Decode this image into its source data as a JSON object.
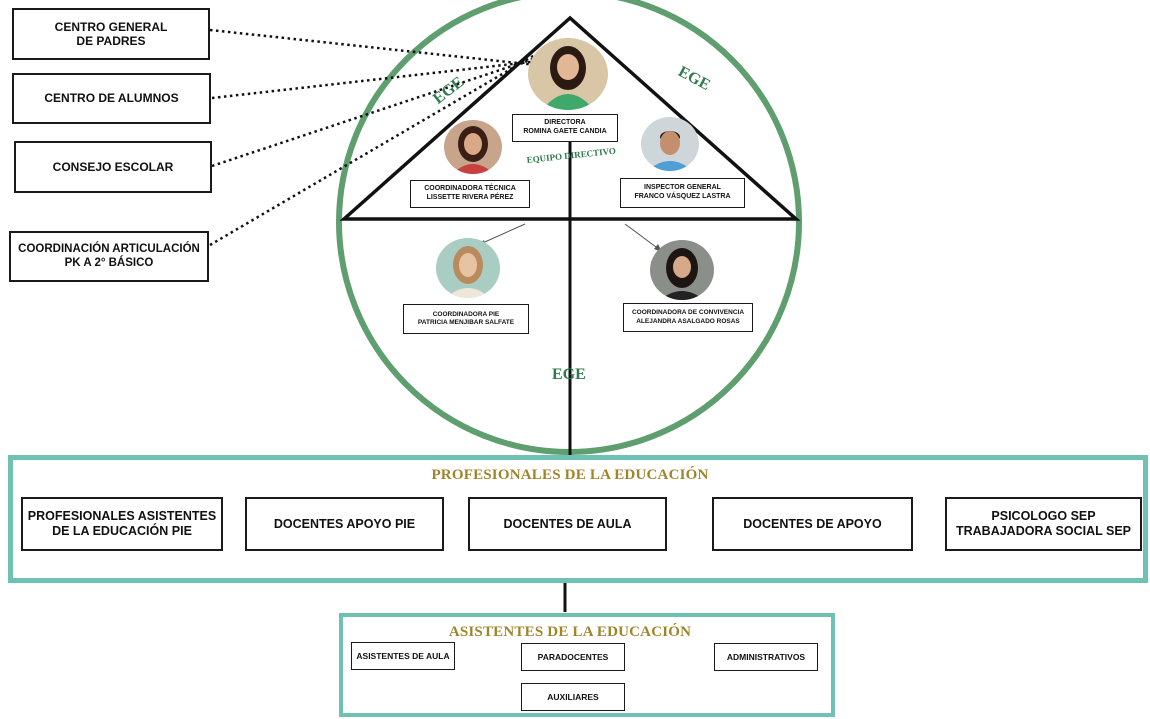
{
  "side_boxes": [
    "CENTRO GENERAL\nDE PADRES",
    "CENTRO DE ALUMNOS",
    "CONSEJO ESCOLAR",
    "COORDINACIÓN ARTICULACIÓN\nPK A 2° BÁSICO"
  ],
  "ege_labels": [
    "EGE",
    "EGE",
    "EGE"
  ],
  "equipo_directivo": "EQUIPO DIRECTIVO",
  "staff": {
    "directora": "DIRECTORA\nROMINA GAETE CANDIA",
    "coordinadora_tecnica": "COORDINADORA TÉCNICA\nLISSETTE RIVERA PÉREZ",
    "inspector_general": "INSPECTOR GENERAL\nFRANCO  VÁSQUEZ LASTRA",
    "coordinadora_pie": "COORDINADORA  PIE\nPATRICIA MENJIBAR SALFATE",
    "coordinadora_convivencia": "COORDINADORA DE  CONVIVENCIA\nALEJANDRA ASALGADO ROSAS"
  },
  "profesionales": {
    "title": "PROFESIONALES DE LA EDUCACIÓN",
    "items": [
      "PROFESIONALES ASISTENTES\nDE LA EDUCACIÓN PIE",
      "DOCENTES APOYO PIE",
      "DOCENTES DE AULA",
      "DOCENTES DE APOYO",
      "PSICOLOGO SEP\nTRABAJADORA SOCIAL SEP"
    ]
  },
  "asistentes": {
    "title": "ASISTENTES DE LA EDUCACIÓN",
    "items": [
      "ASISTENTES DE AULA",
      "PARADOCENTES",
      "ADMINISTRATIVOS",
      "AUXILIARES"
    ]
  },
  "colors": {
    "circle": "#5f9e6e",
    "frame": "#6fc1b4",
    "title_gold": "#a0842a",
    "ege_green": "#2f7a4e"
  }
}
